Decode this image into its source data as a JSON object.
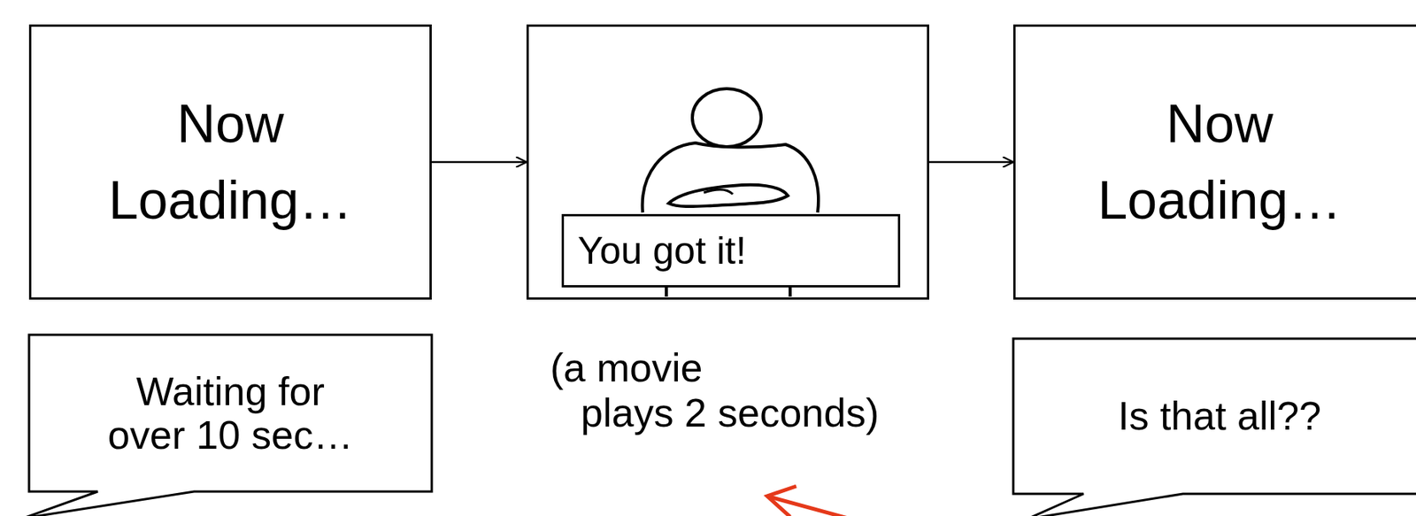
{
  "diagram": {
    "nodes": [
      {
        "text": [
          "Now Loading…"
        ]
      },
      {
        "text": [
          "(a movie plays 2 seconds)"
        ]
      },
      {
        "text": [
          "You got it!"
        ],
        "in": 1
      },
      {
        "text": [
          "Now Loading…"
        ]
      },
      {
        "text": [
          "Waiting for over 10 sec…"
        ]
      },
      {
        "text": [
          "Is that all??"
        ]
      }
    ],
    "edges": [
      {
        "from": 0,
        "to": 1,
        "arrow": "to"
      },
      {
        "from": 1,
        "to": 3,
        "arrow": "to"
      }
    ]
  }
}
